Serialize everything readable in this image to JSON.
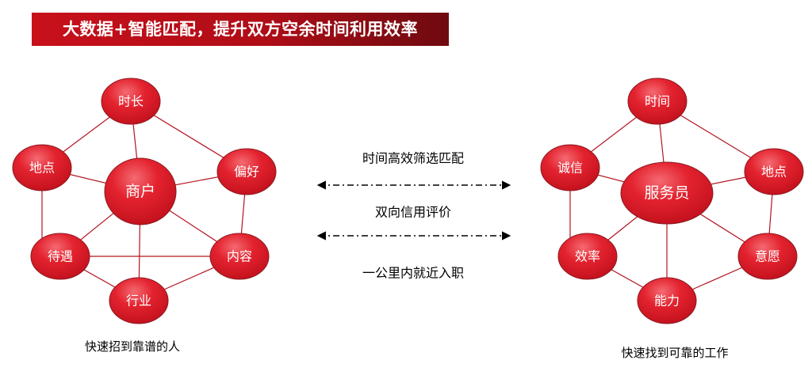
{
  "title": "大数据+智能匹配，提升双方空余时间利用效率",
  "left_network": {
    "center": "商户",
    "nodes": [
      "时长",
      "地点",
      "偏好",
      "待遇",
      "内容",
      "行业"
    ],
    "caption": "快速招到靠谱的人"
  },
  "right_network": {
    "center": "服务员",
    "nodes": [
      "时间",
      "诚信",
      "地点",
      "效率",
      "意愿",
      "能力"
    ],
    "caption": "快速找到可靠的工作"
  },
  "middle": {
    "line1": "时间高效筛选匹配",
    "line2": "双向信用评价",
    "line3": "一公里内就近入职"
  },
  "colors": {
    "banner": "#c8101b",
    "node_fill": "#e01e2b",
    "node_stroke": "#8a1a22",
    "edge": "#b3141f",
    "arrow": "#000000"
  }
}
